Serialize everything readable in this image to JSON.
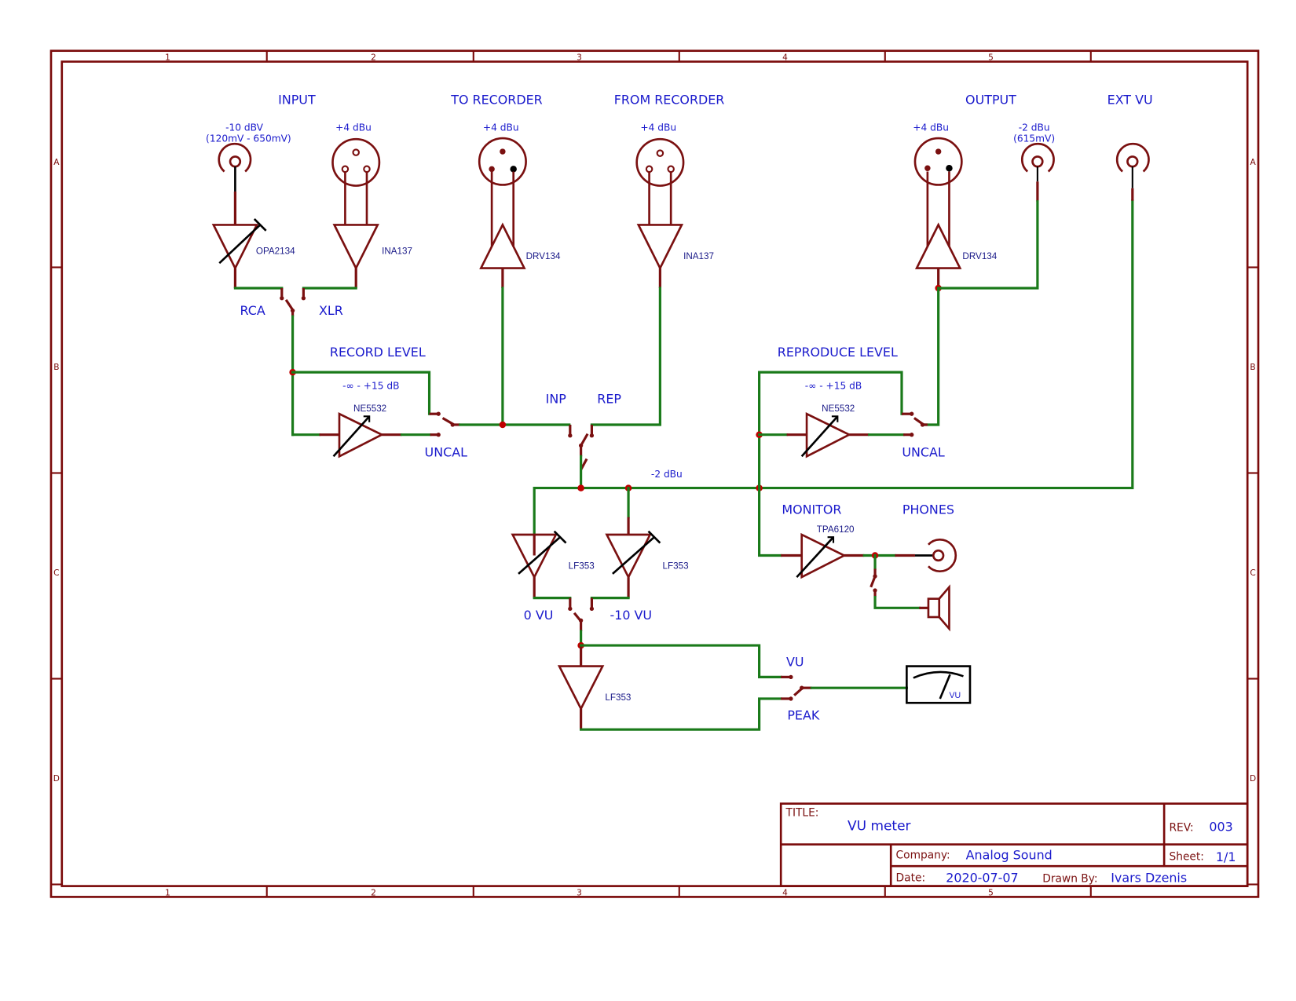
{
  "frame": {
    "columns": [
      "1",
      "2",
      "3",
      "4",
      "5"
    ],
    "rows": [
      "A",
      "B",
      "C",
      "D"
    ]
  },
  "sections": {
    "input": "INPUT",
    "to_recorder": "TO RECORDER",
    "from_recorder": "FROM RECORDER",
    "output": "OUTPUT",
    "ext_vu": "EXT VU",
    "record_level": "RECORD LEVEL",
    "reproduce_level": "REPRODUCE LEVEL",
    "monitor": "MONITOR",
    "phones": "PHONES"
  },
  "levels": {
    "input_rca_line1": "-10 dBV",
    "input_rca_line2": "(120mV - 650mV)",
    "input_xlr": "+4 dBu",
    "to_recorder": "+4 dBu",
    "from_recorder": "+4 dBu",
    "output_xlr": "+4 dBu",
    "output_rca_line1": "-2 dBu",
    "output_rca_line2": "(615mV)",
    "record_range": "-∞ - +15 dB",
    "reproduce_range": "-∞ - +15 dB",
    "bus": "-2 dBu"
  },
  "parts": {
    "input_rca_amp": "OPA2134",
    "input_xlr_amp": "INA137",
    "to_recorder_drv": "DRV134",
    "from_recorder_amp": "INA137",
    "output_drv": "DRV134",
    "record_amp": "NE5532",
    "reproduce_amp": "NE5532",
    "monitor_amp": "TPA6120",
    "vu0_amp": "LF353",
    "vu10_amp": "LF353",
    "buffer_amp": "LF353"
  },
  "switches": {
    "rca": "RCA",
    "xlr": "XLR",
    "record_uncal": "UNCAL",
    "reproduce_uncal": "UNCAL",
    "inp": "INP",
    "rep": "REP",
    "zero_vu": "0 VU",
    "minus10_vu": "-10 VU",
    "vu": "VU",
    "peak": "PEAK"
  },
  "meter": {
    "label": "VU"
  },
  "title_block": {
    "title_key": "TITLE:",
    "title": "VU meter",
    "rev_key": "REV:",
    "rev": "003",
    "company_key": "Company:",
    "company": "Analog Sound",
    "sheet_key": "Sheet:",
    "sheet": "1/1",
    "date_key": "Date:",
    "date": "2020-07-07",
    "drawn_key": "Drawn By:",
    "drawn_by": "Ivars Dzenis"
  },
  "colors": {
    "frame": "#7a0a0a",
    "wire": "#1a7a1a",
    "symbol": "#7a1010",
    "text": "#1a1acc",
    "junction": "#c00000"
  }
}
